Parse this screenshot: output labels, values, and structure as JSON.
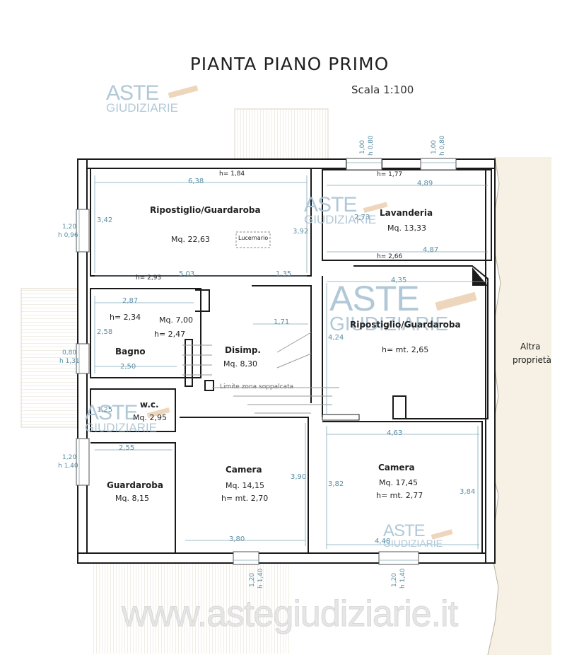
{
  "title": "PIANTA PIANO PRIMO",
  "scale": "Scala 1:100",
  "watermark": {
    "line1": "ASTE",
    "line2": "GIUDIZIARIE",
    "website": "www.astegiudiziarie.it"
  },
  "rooms": {
    "ripostiglio_1": {
      "name": "Ripostiglio/Guardaroba",
      "area": "Mq. 22,63",
      "height": "h= 1,84",
      "height_low": "h= 2,93",
      "skylight": "Lucernario"
    },
    "lavanderia": {
      "name": "Lavanderia",
      "area": "Mq. 13,33",
      "height": "h= 1,77",
      "height_low": "h= 2,66"
    },
    "ripostiglio_2": {
      "name": "Ripostiglio/Guardaroba",
      "height": "h= mt. 2,65"
    },
    "bagno": {
      "name": "Bagno",
      "area": "Mq. 7,00",
      "height_a": "h= 2,34",
      "height_b": "h= 2,47"
    },
    "disimp": {
      "name": "Disimp.",
      "area": "Mq. 8,30",
      "note": "Limite zona soppalcata"
    },
    "wc": {
      "name": "w.c.",
      "area": "Mq. 2,95"
    },
    "guardaroba": {
      "name": "Guardaroba",
      "area": "Mq. 8,15"
    },
    "camera_1": {
      "name": "Camera",
      "area": "Mq. 14,15",
      "height": "h= mt. 2,70"
    },
    "camera_2": {
      "name": "Camera",
      "area": "Mq. 17,45",
      "height": "h= mt. 2,77"
    }
  },
  "neighbor": {
    "line1": "Altra",
    "line2": "proprietà"
  },
  "dimensions": {
    "d638": "6,38",
    "d342": "3,42",
    "d392": "3,92",
    "d503": "5,03",
    "d135": "1,35",
    "d489": "4,89",
    "d273": "2,73",
    "d487": "4,87",
    "d435": "4,35",
    "d424": "4,24",
    "d287": "2,87",
    "d258": "2,58",
    "d250": "2,50",
    "d171": "1,71",
    "d125": "1,25",
    "d255": "2,55",
    "d390": "3,90",
    "d380": "3,80",
    "d463": "4,63",
    "d382": "3,82",
    "d384": "3,84",
    "d448": "4,48"
  },
  "openings": {
    "left_1": {
      "w": "1,20",
      "h": "h 0,96"
    },
    "left_2": {
      "w": "0,80",
      "h": "h 1,31"
    },
    "left_3": {
      "w": "1,20",
      "h": "h 1,40"
    },
    "top_1": {
      "w": "1,00",
      "h": "h 0,80"
    },
    "top_2": {
      "w": "1,00",
      "h": "h 0,80"
    },
    "bottom_1": {
      "w": "1,20",
      "h": "h 1,40"
    },
    "bottom_2": {
      "w": "1,20",
      "h": "h 1,40"
    }
  }
}
